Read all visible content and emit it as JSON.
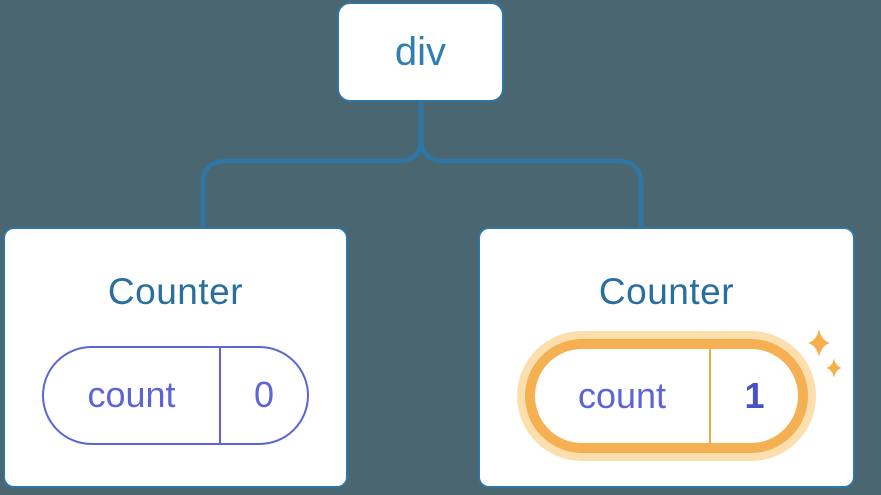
{
  "diagram": {
    "root": {
      "label": "div"
    },
    "counters": [
      {
        "title": "Counter",
        "state_key": "count",
        "state_value": "0",
        "highlighted": false
      },
      {
        "title": "Counter",
        "state_key": "count",
        "state_value": "1",
        "highlighted": true
      }
    ],
    "icons": [
      "sparkles-icon"
    ]
  },
  "colors": {
    "background": "#4a6671",
    "card_background": "#ffffff",
    "card_border": "#2e77a5",
    "connector_line": "#2e77a5",
    "root_label": "#2f7fb2",
    "counter_title": "#276f9e",
    "state_purple": "#5c64d6",
    "state_value_highlighted": "#4950c8",
    "highlight_ring": "#f6b054",
    "highlight_halo": "#fcdfac",
    "sparkle": "#f5b04e"
  }
}
